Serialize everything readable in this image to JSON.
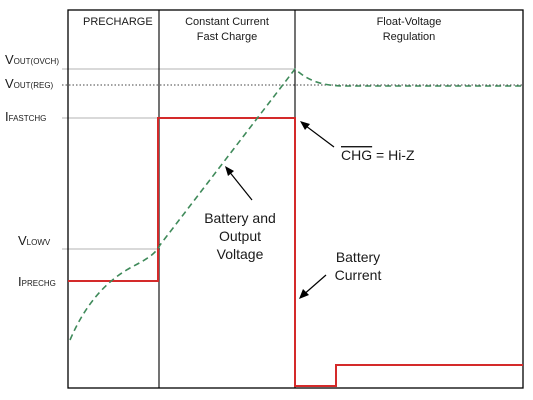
{
  "phases": {
    "precharge": "PRECHARGE",
    "cc_line1": "Constant Current",
    "cc_line2": "Fast Charge",
    "fv_line1": "Float-Voltage",
    "fv_line2": "Regulation"
  },
  "levels": {
    "vout_ovch_main": "V",
    "vout_ovch_sub": "OUT(OVCH)",
    "vout_reg_main": "V",
    "vout_reg_sub": "OUT(REG)",
    "ifastchg_main": "I",
    "ifastchg_sub": "FASTCHG",
    "vlowv_main": "V",
    "vlowv_sub": "LOWV",
    "iprechg_main": "I",
    "iprechg_sub": "PRECHG"
  },
  "annotations": {
    "chg_signal": "CHG",
    "chg_state": " = Hi-Z",
    "voltage_line1": "Battery and",
    "voltage_line2": "Output",
    "voltage_line3": "Voltage",
    "current_line1": "Battery",
    "current_line2": "Current"
  },
  "colors": {
    "current_trace": "#d42a2a",
    "voltage_trace": "#3f8a5a",
    "frame": "#000000",
    "reference_line": "#9a9a9a"
  }
}
